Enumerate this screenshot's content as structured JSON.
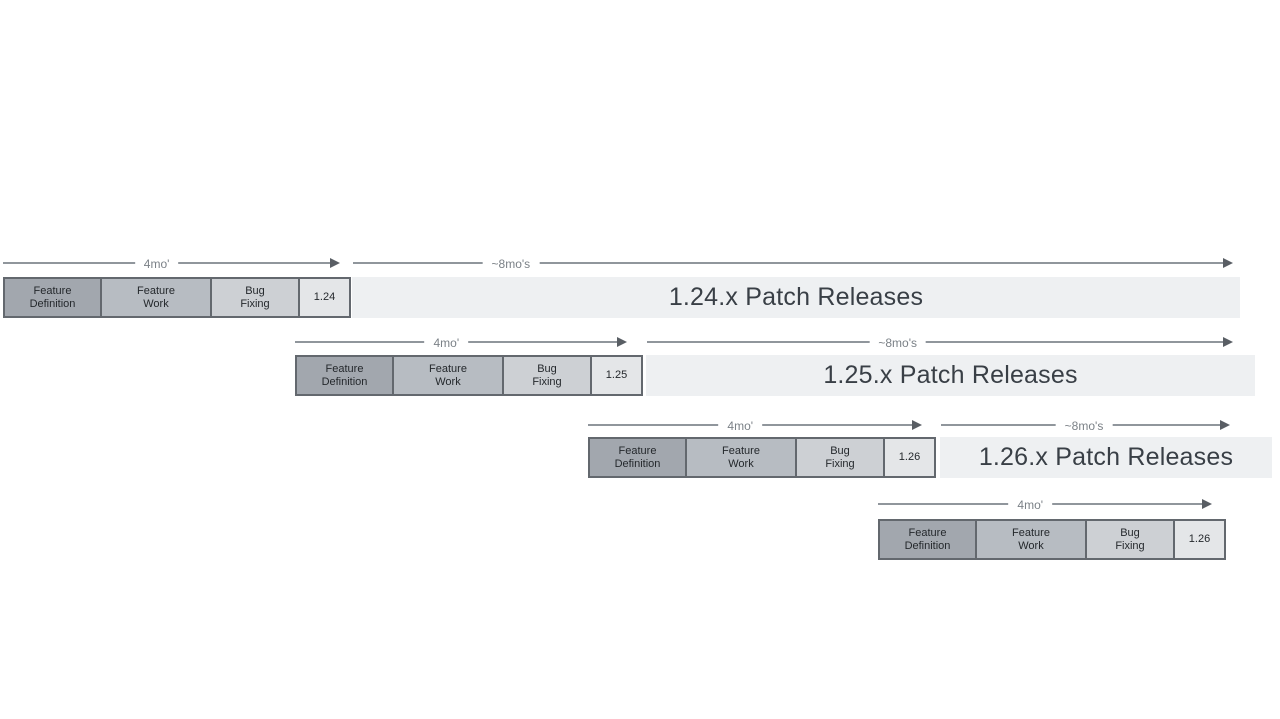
{
  "diagram": {
    "name": "release-cadence-timeline",
    "colors": {
      "feature_definition_fill": "#a2a7ae",
      "feature_work_fill": "#b7bcc2",
      "bug_fixing_fill": "#cdd0d4",
      "version_box_fill": "#e4e6e8",
      "patch_bar_fill": "#eef0f2",
      "box_border": "#63686e",
      "arrow_line": "#90969c",
      "arrow_head": "#595e64",
      "duration_text": "#7b8187",
      "patch_text": "#393f46"
    }
  },
  "rows": [
    {
      "version": "1.24",
      "phases": {
        "feature_definition": "Feature\nDefinition",
        "feature_work": "Feature\nWork",
        "bug_fixing": "Bug\nFixing"
      },
      "dev_duration_label": "4mo'",
      "patch_duration_label": "~8mo's",
      "patch_bar_label": "1.24.x Patch Releases"
    },
    {
      "version": "1.25",
      "phases": {
        "feature_definition": "Feature\nDefinition",
        "feature_work": "Feature\nWork",
        "bug_fixing": "Bug\nFixing"
      },
      "dev_duration_label": "4mo'",
      "patch_duration_label": "~8mo's",
      "patch_bar_label": "1.25.x Patch Releases"
    },
    {
      "version": "1.26",
      "phases": {
        "feature_definition": "Feature\nDefinition",
        "feature_work": "Feature\nWork",
        "bug_fixing": "Bug\nFixing"
      },
      "dev_duration_label": "4mo'",
      "patch_duration_label": "~8mo's",
      "patch_bar_label": "1.26.x Patch Releases"
    },
    {
      "version": "1.26",
      "phases": {
        "feature_definition": "Feature\nDefinition",
        "feature_work": "Feature\nWork",
        "bug_fixing": "Bug\nFixing"
      },
      "dev_duration_label": "4mo'"
    }
  ]
}
